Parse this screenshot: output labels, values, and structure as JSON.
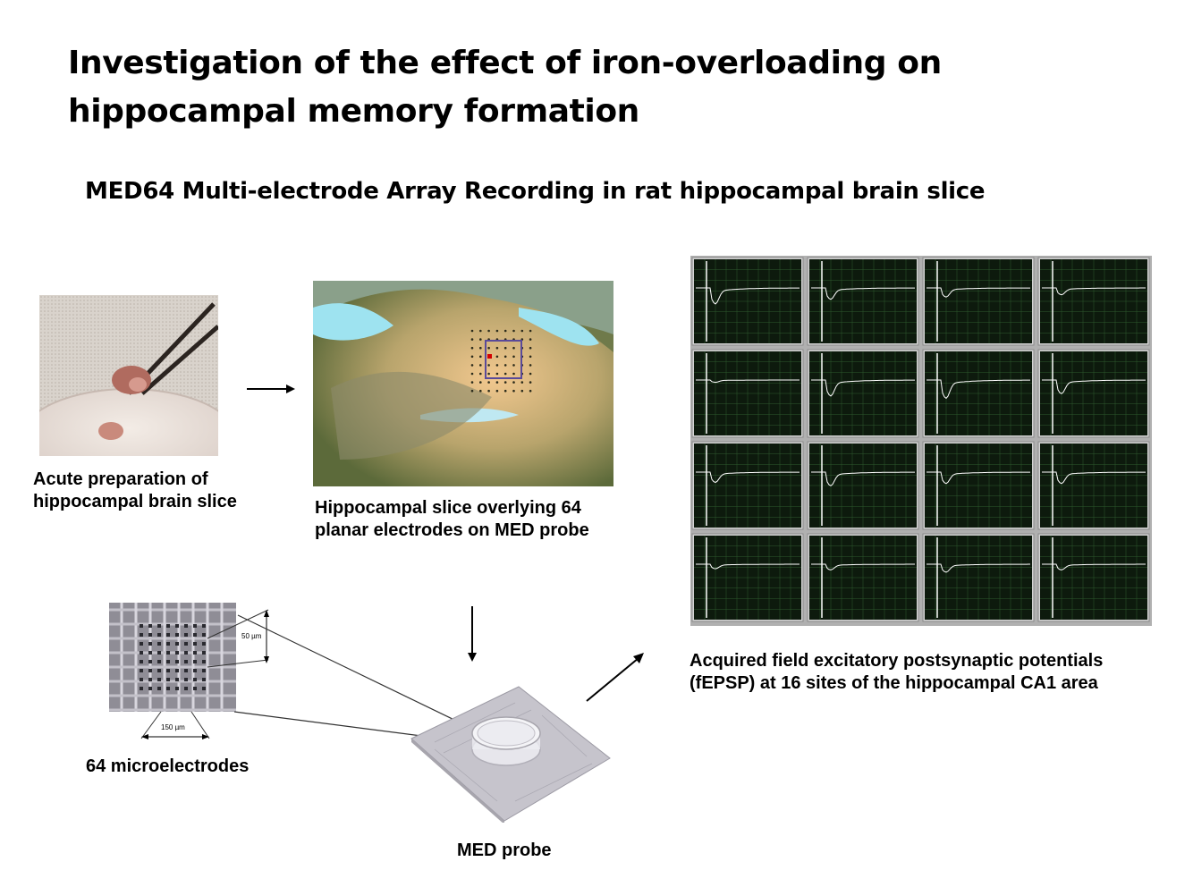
{
  "title": "Investigation of the effect of iron-overloading on hippocampal memory formation",
  "subtitle": "MED64 Multi-electrode Array Recording in rat hippocampal brain slice",
  "captions": {
    "slice_prep": "Acute preparation of\nhippocampal brain slice",
    "slice_on_probe": "Hippocampal slice overlying 64\nplanar electrodes on MED probe",
    "fepsp": "Acquired field excitatory postsynaptic potentials\n(fEPSP) at 16 sites of the hippocampal CA1 area",
    "microelectrodes": "64 microelectrodes",
    "med_probe": "MED probe"
  },
  "electrode_figure": {
    "spacing_label": "50 µm",
    "pitch_label": "150 µm"
  },
  "icons": {
    "arrows": [
      "right-arrow-icon",
      "down-arrow-icon",
      "diagonal-arrow-icon"
    ]
  },
  "colors": {
    "trace_background": "#0d1a0d",
    "trace_grid": "#2f5a2f",
    "trace_line": "#ffffff",
    "panel_frame": "#b0b0b0",
    "highlight_electrode": "#d40000"
  }
}
